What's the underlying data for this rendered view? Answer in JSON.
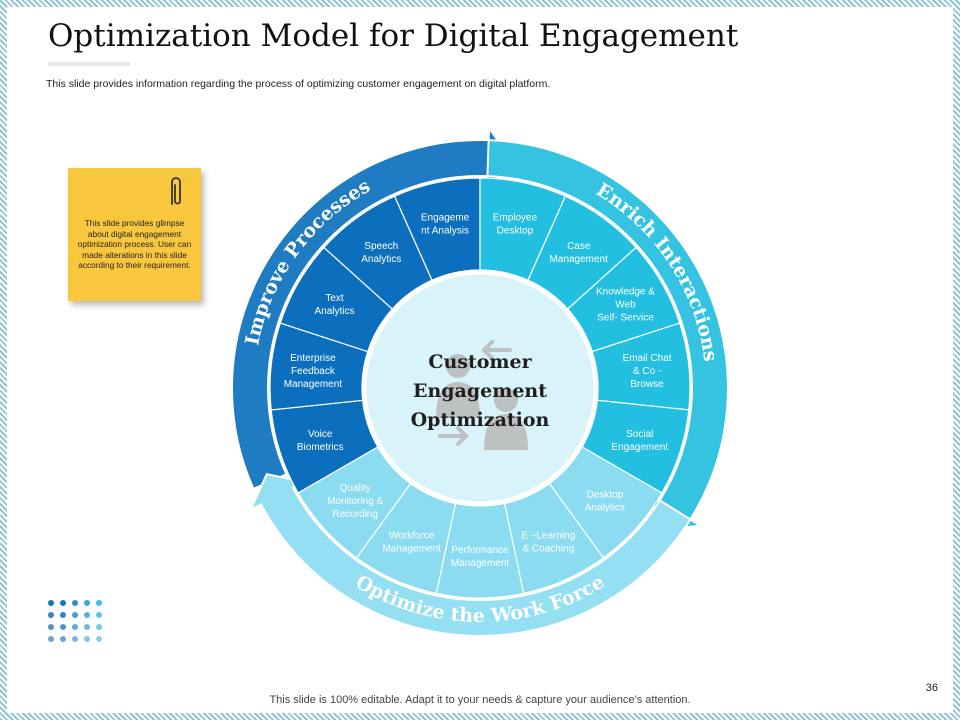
{
  "title": "Optimization Model for Digital Engagement",
  "subtitle": "This slide provides information regarding the process of optimizing customer engagement on digital platform.",
  "note": {
    "text": "This slide provides glimpse about digital engagement optimization process. User can made alterations in this slide according to their requirement.",
    "icon": "paperclip-icon"
  },
  "center": {
    "lines": [
      "Customer",
      "Engagement",
      "Optimization"
    ],
    "icon": "person-exchange-icon"
  },
  "groups": [
    {
      "label": "Improve Processes",
      "color": "#0b6fbd",
      "text_color": "#ffffff",
      "items": [
        {
          "lines": [
            "Voice",
            "Biometrics"
          ]
        },
        {
          "lines": [
            "Enterprise",
            "Feedback",
            "Management"
          ]
        },
        {
          "lines": [
            "Text",
            "Analytics"
          ]
        },
        {
          "lines": [
            "Speech",
            "Analytics"
          ]
        },
        {
          "lines": [
            "Engageme",
            "nt Analysis"
          ]
        }
      ]
    },
    {
      "label": "Enrich Interactions",
      "color": "#22bfe0",
      "text_color": "#ffffff",
      "items": [
        {
          "lines": [
            "Employee",
            "Desktop"
          ]
        },
        {
          "lines": [
            "Case",
            "Management"
          ]
        },
        {
          "lines": [
            "Knowledge &",
            "Web",
            "Self- Service"
          ]
        },
        {
          "lines": [
            "Email  Chat",
            "& Co -",
            "Browse"
          ]
        },
        {
          "lines": [
            "Social",
            "Engagement"
          ]
        }
      ]
    },
    {
      "label": "Optimize the Work Force",
      "color": "#8cdcf1",
      "text_color": "#ffffff",
      "items": [
        {
          "lines": [
            "Desktop",
            "Analytics"
          ]
        },
        {
          "lines": [
            "E –Learning",
            "& Coaching"
          ]
        },
        {
          "lines": [
            "Performance",
            "Management"
          ]
        },
        {
          "lines": [
            "Workforce",
            "Management"
          ]
        },
        {
          "lines": [
            "Quality",
            "Monitoring &",
            "Recording"
          ]
        }
      ]
    }
  ],
  "decor": {
    "dot_colors": [
      "#1a73b8",
      "#1a73b8",
      "#2b8fd0",
      "#39a9d9",
      "#3cbfe0"
    ]
  },
  "footer": {
    "text": "This slide is 100% editable. Adapt it to your needs & capture your audience’s attention.",
    "page_number": "36"
  }
}
